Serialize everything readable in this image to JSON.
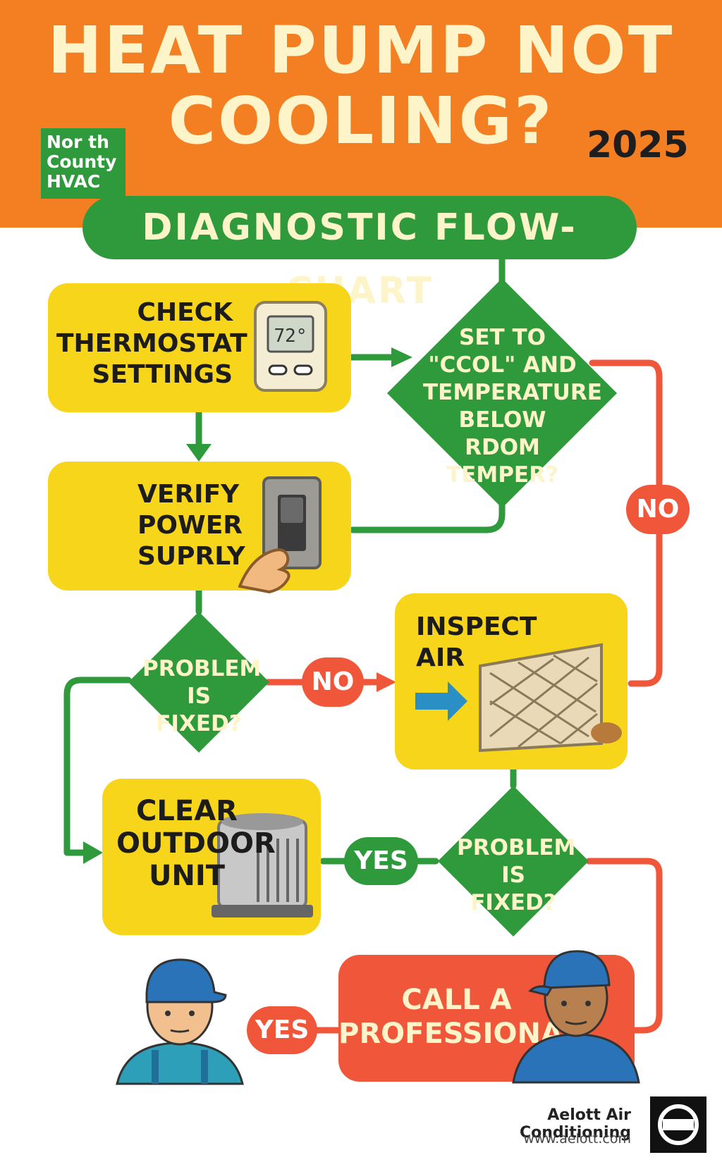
{
  "header": {
    "title_line1": "HEAT PUMP NOT",
    "title_line2": "COOLING?",
    "year": "2025",
    "logo_lines": [
      "Nor th",
      "County",
      "HVAC"
    ],
    "banner": "DIAGNOSTIC  FLOW-CHART"
  },
  "steps": {
    "thermostat": [
      "CHECK",
      "THERMOSTAT",
      "SETTINGS"
    ],
    "thermostat_display": "72°",
    "power": [
      "VERIFY",
      "POWER",
      "SUPRLY"
    ],
    "inspect": [
      "INSPECT",
      "AIR"
    ],
    "outdoor": [
      "CLEAR",
      "OUTDOOR",
      "UNIT"
    ],
    "call": [
      "CALL A",
      "PROFESSIONAL"
    ]
  },
  "decisions": {
    "cool_check": [
      "SET TO",
      "\"CCOL\" AND",
      "TEMPERATURE",
      "BELOW RDOM",
      "TEMPER?"
    ],
    "fixed_1": [
      "PROBLEM",
      "IS FIXED?"
    ],
    "fixed_2": [
      "PROBLEM",
      "IS FIXED?"
    ]
  },
  "labels": {
    "no_right": "NO",
    "no_middle": "NO",
    "yes_middle": "YES",
    "yes_bottom": "YES"
  },
  "icons": [
    "thermostat-icon",
    "light-switch-icon",
    "hand-icon",
    "air-filter-icon",
    "arrow-icon",
    "ac-unit-icon",
    "technician-icon"
  ],
  "colors": {
    "header": "#f47f22",
    "green": "#2f9a3c",
    "yellow": "#f7d51a",
    "red": "#f0573a",
    "cream": "#fdf5c9"
  },
  "footer": {
    "brand": "Aelott Air Conditioning",
    "url": "www.aelott.com"
  }
}
